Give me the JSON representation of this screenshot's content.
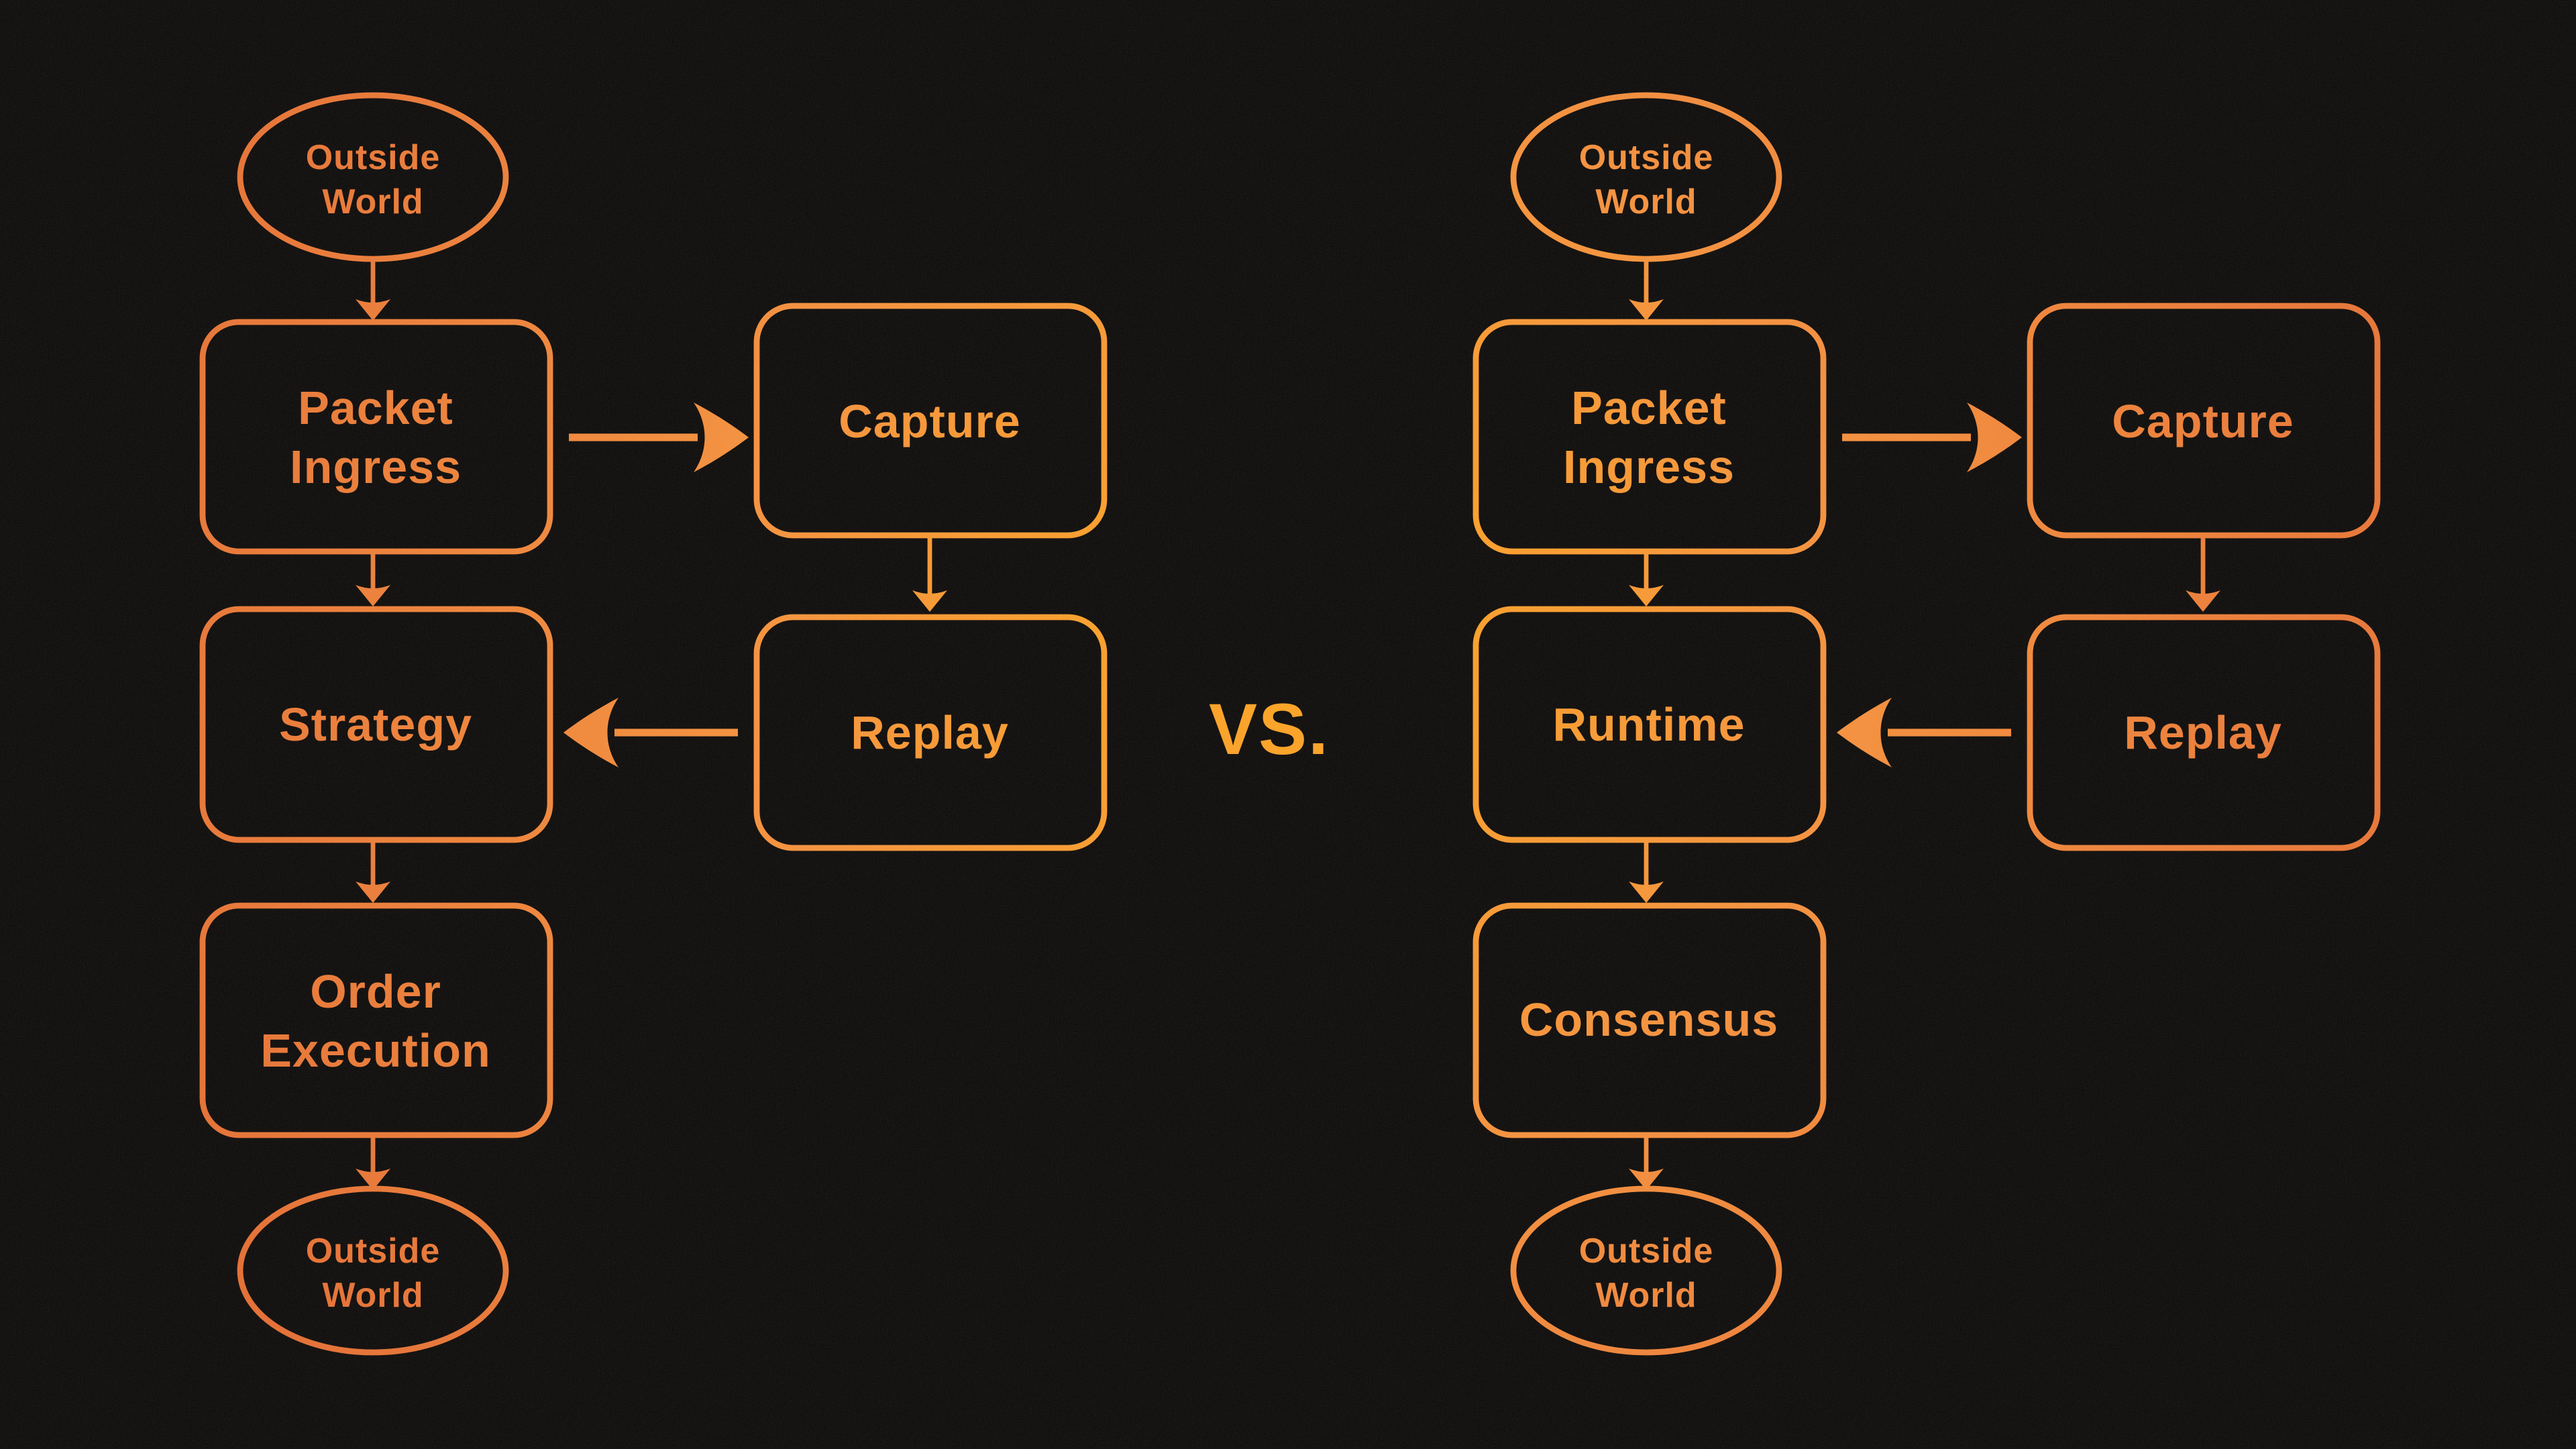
{
  "background_color": "#0a0807",
  "accent_colors": {
    "center_bright": "#fca826",
    "mid_orange": "#f18c3c",
    "edge_red_orange": "#dc6233"
  },
  "separator": {
    "label": "VS."
  },
  "left_diagram": {
    "outside_world_top": {
      "line1": "Outside",
      "line2": "World"
    },
    "packet_ingress": {
      "line1": "Packet",
      "line2": "Ingress"
    },
    "capture": {
      "label": "Capture"
    },
    "replay": {
      "label": "Replay"
    },
    "strategy": {
      "label": "Strategy"
    },
    "order_execution": {
      "line1": "Order",
      "line2": "Execution"
    },
    "outside_world_bottom": {
      "line1": "Outside",
      "line2": "World"
    },
    "edges": [
      {
        "from": "Outside World",
        "to": "Packet Ingress"
      },
      {
        "from": "Packet Ingress",
        "to": "Capture"
      },
      {
        "from": "Capture",
        "to": "Replay"
      },
      {
        "from": "Replay",
        "to": "Strategy"
      },
      {
        "from": "Packet Ingress",
        "to": "Strategy"
      },
      {
        "from": "Strategy",
        "to": "Order Execution"
      },
      {
        "from": "Order Execution",
        "to": "Outside World"
      }
    ]
  },
  "right_diagram": {
    "outside_world_top": {
      "line1": "Outside",
      "line2": "World"
    },
    "packet_ingress": {
      "line1": "Packet",
      "line2": "Ingress"
    },
    "capture": {
      "label": "Capture"
    },
    "replay": {
      "label": "Replay"
    },
    "runtime": {
      "label": "Runtime"
    },
    "consensus": {
      "label": "Consensus"
    },
    "outside_world_bottom": {
      "line1": "Outside",
      "line2": "World"
    },
    "edges": [
      {
        "from": "Outside World",
        "to": "Packet Ingress"
      },
      {
        "from": "Packet Ingress",
        "to": "Capture"
      },
      {
        "from": "Capture",
        "to": "Replay"
      },
      {
        "from": "Replay",
        "to": "Runtime"
      },
      {
        "from": "Packet Ingress",
        "to": "Runtime"
      },
      {
        "from": "Runtime",
        "to": "Consensus"
      },
      {
        "from": "Consensus",
        "to": "Outside World"
      }
    ]
  }
}
